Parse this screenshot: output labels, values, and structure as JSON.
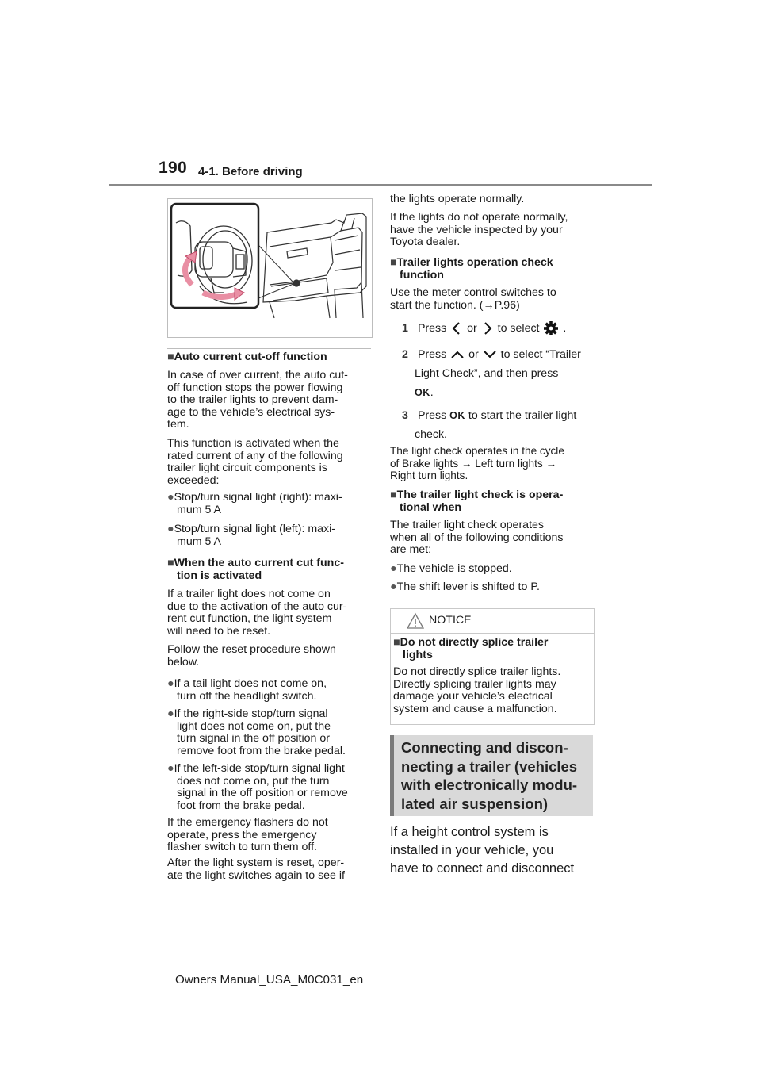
{
  "header": {
    "page_number": "190",
    "section": "4-1. Before driving"
  },
  "left": {
    "auto_heading": "Auto current cut-off function",
    "auto_p1": [
      "In case of over current, the auto cut-",
      "off function stops the power flowing",
      "to the trailer lights to prevent dam-",
      "age to the vehicle’s electrical sys-",
      "tem."
    ],
    "auto_p2": [
      "This function is activated when the",
      "rated current of any of the following",
      "trailer light circuit components is",
      "exceeded:"
    ],
    "bullet1": [
      "Stop/turn signal light (right): maxi-",
      "mum 5 A"
    ],
    "bullet2": [
      "Stop/turn signal light (left): maxi-",
      "mum 5 A"
    ],
    "when_heading": [
      "When the auto current cut func-",
      "tion is activated"
    ],
    "when_p1": [
      "If a trailer light does not come on",
      "due to the activation of the auto cur-",
      "rent cut function, the light system",
      "will need to be reset."
    ],
    "when_p2": [
      "Follow the reset procedure shown",
      "below."
    ],
    "bullet3": [
      "If a tail light does not come on,",
      "turn off the headlight switch."
    ],
    "bullet4": [
      "If the right-side stop/turn signal",
      "light does not come on, put the",
      "turn signal in the off position or",
      "remove foot from the brake pedal."
    ],
    "bullet5": [
      "If the left-side stop/turn signal light",
      "does not come on, put the turn",
      "signal in the off position or remove",
      "foot from the brake pedal."
    ],
    "p_emergency": [
      "If the emergency flashers do not",
      "operate, press the emergency",
      "flasher switch to turn them off."
    ],
    "p_after": [
      "After the light system is reset, oper-",
      "ate the light switches again to see if"
    ]
  },
  "right": {
    "cont_p1": "the lights operate normally.",
    "cont_p2": [
      "If the lights do not operate normally,",
      "have the vehicle inspected by your",
      "Toyota dealer."
    ],
    "check_heading": [
      "Trailer lights operation check",
      "function"
    ],
    "check_p1": [
      "Use the meter control switches to",
      "start the function. (",
      "P.96)"
    ],
    "step1": {
      "num": "1",
      "press": "Press",
      "or": "or",
      "to_select": "to select",
      "end": "."
    },
    "step2": {
      "num": "2",
      "press": "Press",
      "or": "or",
      "to_select": "to select “Trailer",
      "line2": "Light Check”, and then press",
      "end": "."
    },
    "step3": {
      "num": "3",
      "press": "Press",
      "after": "to start the trailer light",
      "line2": "check."
    },
    "ok_label": "OK",
    "cycle_p": [
      "The light check operates in the cycle",
      "of Brake lights",
      "Left turn lights",
      "Right turn lights."
    ],
    "oper_heading": [
      "The trailer light check is opera-",
      "tional when"
    ],
    "oper_p": [
      "The trailer light check operates",
      "when all of the following conditions",
      "are met:"
    ],
    "bullet_a": "The vehicle is stopped.",
    "bullet_b": "The shift lever is shifted to P.",
    "notice": {
      "label": "NOTICE",
      "heading": [
        "Do not directly splice trailer",
        "lights"
      ],
      "body": [
        "Do not directly splice trailer lights.",
        "Directly splicing trailer lights may",
        "damage your vehicle’s electrical",
        "system and cause a malfunction."
      ]
    },
    "big_heading": [
      "Connecting and discon-",
      "necting a trailer (vehicles",
      "with electronically modu-",
      "lated air suspension)"
    ],
    "big_body": [
      "If a height control system is",
      "installed in your vehicle, you",
      "have to connect and disconnect"
    ]
  },
  "symbols": {
    "square": "■",
    "bullet": "●",
    "arrow": "→"
  },
  "footer": "Owners Manual_USA_M0C031_en"
}
